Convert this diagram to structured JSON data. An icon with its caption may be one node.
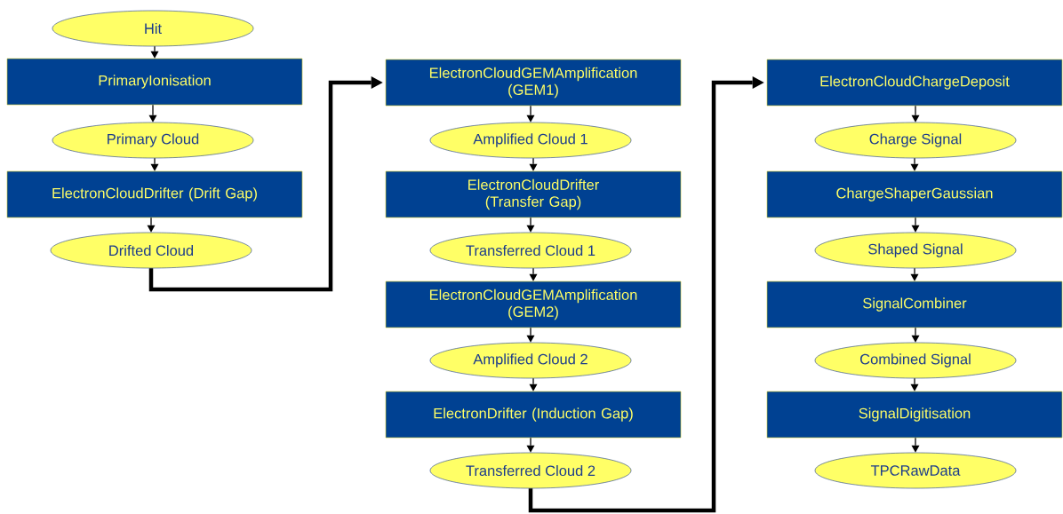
{
  "diagram": {
    "nodes": [
      {
        "text": [
          "Hit"
        ]
      },
      {
        "text": [
          "PrimaryIonisation"
        ]
      },
      {
        "text": [
          "Primary Cloud"
        ]
      },
      {
        "text": [
          "ElectronCloudDrifter (Drift Gap)"
        ]
      },
      {
        "text": [
          "Drifted Cloud"
        ]
      },
      {
        "text": [
          "ElectronCloudGEMAmplification (GEM1)"
        ]
      },
      {
        "text": [
          "Amplified Cloud 1"
        ]
      },
      {
        "text": [
          "ElectronCloudDrifter (Transfer Gap)"
        ]
      },
      {
        "text": [
          "Transferred Cloud 1"
        ]
      },
      {
        "text": [
          "ElectronCloudGEMAmplification (GEM2)"
        ]
      },
      {
        "text": [
          "Amplified Cloud 2"
        ]
      },
      {
        "text": [
          "ElectronDrifter (Induction Gap)"
        ]
      },
      {
        "text": [
          "Transferred Cloud 2"
        ]
      },
      {
        "text": [
          "ElectronCloudChargeDeposit"
        ]
      },
      {
        "text": [
          "Charge Signal"
        ]
      },
      {
        "text": [
          "ChargeShaperGaussian"
        ]
      },
      {
        "text": [
          "Shaped Signal"
        ]
      },
      {
        "text": [
          "SignalCombiner"
        ]
      },
      {
        "text": [
          "Combined Signal"
        ]
      },
      {
        "text": [
          "SignalDigitisation"
        ]
      },
      {
        "text": [
          "TPCRawData"
        ]
      }
    ],
    "edges": [
      {
        "from": 0,
        "to": 1,
        "arrow": "to"
      },
      {
        "from": 1,
        "to": 2,
        "arrow": "to"
      },
      {
        "from": 2,
        "to": 3,
        "arrow": "to"
      },
      {
        "from": 3,
        "to": 4,
        "arrow": "to"
      },
      {
        "from": 4,
        "to": 5,
        "arrow": "to",
        "style": "thick"
      },
      {
        "from": 5,
        "to": 6,
        "arrow": "to"
      },
      {
        "from": 6,
        "to": 7,
        "arrow": "to"
      },
      {
        "from": 7,
        "to": 8,
        "arrow": "to"
      },
      {
        "from": 8,
        "to": 9,
        "arrow": "to"
      },
      {
        "from": 9,
        "to": 10,
        "arrow": "to"
      },
      {
        "from": 10,
        "to": 11,
        "arrow": "to"
      },
      {
        "from": 11,
        "to": 12,
        "arrow": "to"
      },
      {
        "from": 12,
        "to": 13,
        "arrow": "to",
        "style": "thick"
      },
      {
        "from": 13,
        "to": 14,
        "arrow": "to"
      },
      {
        "from": 14,
        "to": 15,
        "arrow": "to"
      },
      {
        "from": 15,
        "to": 16,
        "arrow": "to"
      },
      {
        "from": 16,
        "to": 17,
        "arrow": "to"
      },
      {
        "from": 17,
        "to": 18,
        "arrow": "to"
      },
      {
        "from": 18,
        "to": 19,
        "arrow": "to"
      },
      {
        "from": 19,
        "to": 20,
        "arrow": "to"
      }
    ]
  }
}
